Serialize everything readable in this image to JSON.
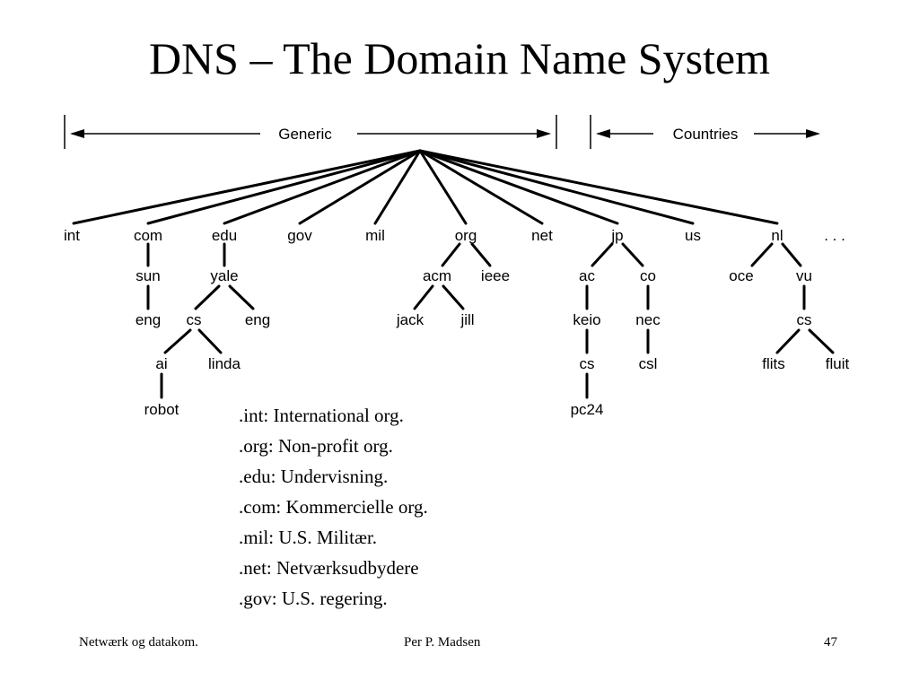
{
  "slide": {
    "title": "DNS – The Domain Name System",
    "generic_label": "Generic",
    "countries_label": "Countries",
    "ellipsis": ". . .",
    "tree": {
      "int": "int",
      "com": "com",
      "edu": "edu",
      "gov": "gov",
      "mil": "mil",
      "org": "org",
      "net": "net",
      "jp": "jp",
      "us": "us",
      "nl": "nl",
      "sun": "sun",
      "sun_eng": "eng",
      "yale": "yale",
      "yale_cs": "cs",
      "yale_eng": "eng",
      "ai": "ai",
      "linda": "linda",
      "robot": "robot",
      "acm": "acm",
      "ieee": "ieee",
      "jack": "jack",
      "jill": "jill",
      "ac": "ac",
      "co": "co",
      "keio": "keio",
      "nec": "nec",
      "keio_cs": "cs",
      "csl": "csl",
      "pc24": "pc24",
      "oce": "oce",
      "vu": "vu",
      "vu_cs": "cs",
      "flits": "flits",
      "fluit": "fluit"
    },
    "legend": [
      ".int: International org.",
      ".org: Non-profit org.",
      ".edu: Undervisning.",
      ".com: Kommercielle org.",
      ".mil: U.S. Militær.",
      ".net: Netværksudbydere",
      ".gov: U.S. regering."
    ],
    "footer": {
      "left": "Netwærk og datakom.",
      "center": "Per P. Madsen",
      "page": "47"
    }
  }
}
